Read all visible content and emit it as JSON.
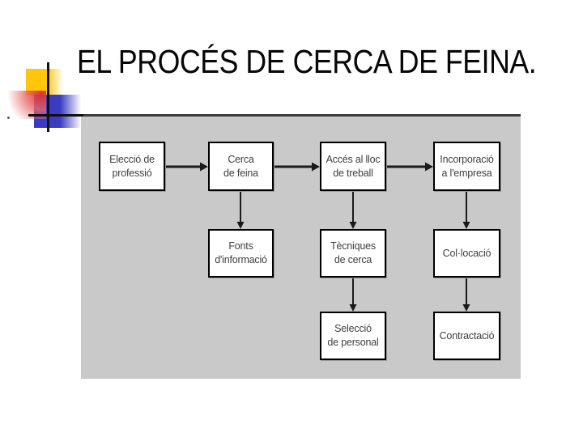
{
  "slide": {
    "title": "EL PROCÉS DE CERCA DE FEINA."
  },
  "colors": {
    "background": "#ffffff",
    "title_text": "#070707",
    "panel_background": "#c9c9c9",
    "node_background": "#ffffff",
    "node_border": "#000000",
    "node_text": "#3f3f3f",
    "arrow": "#1a1a1a",
    "accent_yellow": "#ffc60a",
    "accent_red": "#de2b2b",
    "accent_blue": "#3a3ac2",
    "accent_line": "#121212"
  },
  "diagram": {
    "nodes": [
      {
        "id": "eleccio-de-professio",
        "line1": "Elecció de",
        "line2": "professió"
      },
      {
        "id": "cerca-de-feina",
        "line1": "Cerca",
        "line2": "de feina"
      },
      {
        "id": "acces-al-lloc-de-treball",
        "line1": "Accés al lloc",
        "line2": "de treball"
      },
      {
        "id": "incorporacio-a-l-empresa",
        "line1": "Incorporació",
        "line2": "a l'empresa"
      },
      {
        "id": "fonts-d-informacio",
        "line1": "Fonts",
        "line2": "d'informació"
      },
      {
        "id": "tecniques-de-cerca",
        "line1": "Tècniques",
        "line2": "de cerca"
      },
      {
        "id": "collocacio",
        "line1": "Col·locació",
        "line2": ""
      },
      {
        "id": "seleccio-de-personal",
        "line1": "Selecció",
        "line2": "de personal"
      },
      {
        "id": "contractacio",
        "line1": "Contractació",
        "line2": ""
      }
    ],
    "edges": [
      {
        "from": "eleccio-de-professio",
        "to": "cerca-de-feina",
        "direction": "right"
      },
      {
        "from": "cerca-de-feina",
        "to": "acces-al-lloc-de-treball",
        "direction": "right"
      },
      {
        "from": "acces-al-lloc-de-treball",
        "to": "incorporacio-a-l-empresa",
        "direction": "right"
      },
      {
        "from": "cerca-de-feina",
        "to": "fonts-d-informacio",
        "direction": "down"
      },
      {
        "from": "acces-al-lloc-de-treball",
        "to": "tecniques-de-cerca",
        "direction": "down"
      },
      {
        "from": "incorporacio-a-l-empresa",
        "to": "collocacio",
        "direction": "down"
      },
      {
        "from": "tecniques-de-cerca",
        "to": "seleccio-de-personal",
        "direction": "down"
      },
      {
        "from": "collocacio",
        "to": "contractacio",
        "direction": "down"
      }
    ]
  }
}
